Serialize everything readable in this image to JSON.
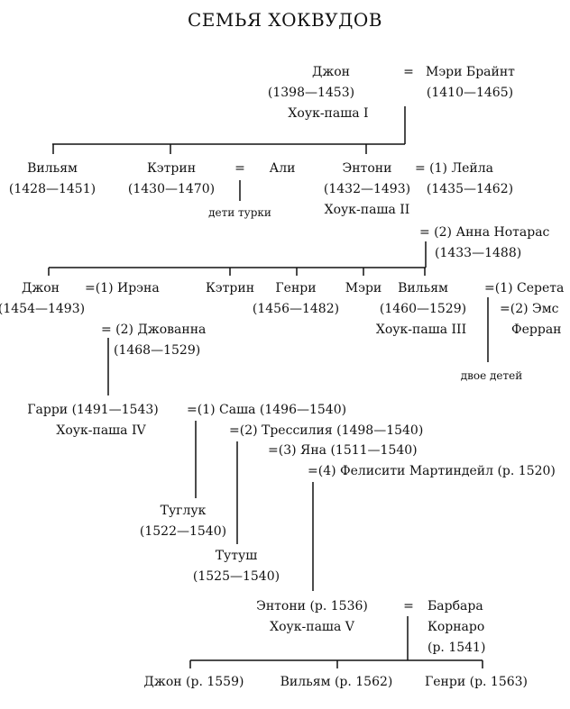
{
  "title": "СЕМЬЯ ХОКВУДОВ",
  "gen1": {
    "john": {
      "name": "Джон",
      "dates": "(1398—1453)",
      "title": "Хоук-паша I"
    },
    "eq": "=",
    "mary": {
      "name": "Мэри Брайнт",
      "dates": "(1410—1465)"
    }
  },
  "gen2": {
    "william": {
      "name": "Вильям",
      "dates": "(1428—1451)"
    },
    "katrin": {
      "name": "Кэтрин",
      "dates": "(1430—1470)"
    },
    "eq_ali": "=",
    "ali": "Али",
    "turk_children": "дети турки",
    "anthony": {
      "name": "Энтони",
      "dates": "(1432—1493)",
      "title": "Хоук-паша II"
    },
    "leila": {
      "name": "= (1) Лейла",
      "dates": "(1435—1462)"
    },
    "anna": {
      "name": "= (2) Анна Нотарас",
      "dates": "(1433—1488)"
    }
  },
  "gen3": {
    "john": {
      "name": "Джон",
      "dates": "(1454—1493)"
    },
    "irena": "=(1) Ирэна",
    "giovanna": {
      "name": "= (2) Джованна",
      "dates": "(1468—1529)"
    },
    "katrin": "Кэтрин",
    "henry": {
      "name": "Генри",
      "dates": "(1456—1482)"
    },
    "mary": "Мэри",
    "william": {
      "name": "Вильям",
      "dates": "(1460—1529)",
      "title": "Хоук-паша III"
    },
    "sereta": "=(1) Серета",
    "ems": "=(2) Эмс",
    "ferran": "Ферран",
    "two_children": "двое детей"
  },
  "gen4": {
    "harry": {
      "name": "Гарри (1491—1543)",
      "title": "Хоук-паша IV"
    },
    "sasha": "=(1) Саша (1496—1540)",
    "tressilia": "=(2) Трессилия (1498—1540)",
    "yana": "=(3) Яна (1511—1540)",
    "felicity": "=(4) Фелисити Мартиндейл (р. 1520)",
    "tugluk": {
      "name": "Туглук",
      "dates": "(1522—1540)"
    },
    "tutush": {
      "name": "Тутуш",
      "dates": "(1525—1540)"
    }
  },
  "gen5": {
    "anthony": {
      "name": "Энтони (р. 1536)",
      "title": "Хоук-паша V"
    },
    "eq": "=",
    "barbara": {
      "line1": "Барбара",
      "line2": "Корнаро",
      "dates": "(р. 1541)"
    }
  },
  "gen6": {
    "john": "Джон (р. 1559)",
    "william": "Вильям (р. 1562)",
    "henry": "Генри (р. 1563)"
  }
}
